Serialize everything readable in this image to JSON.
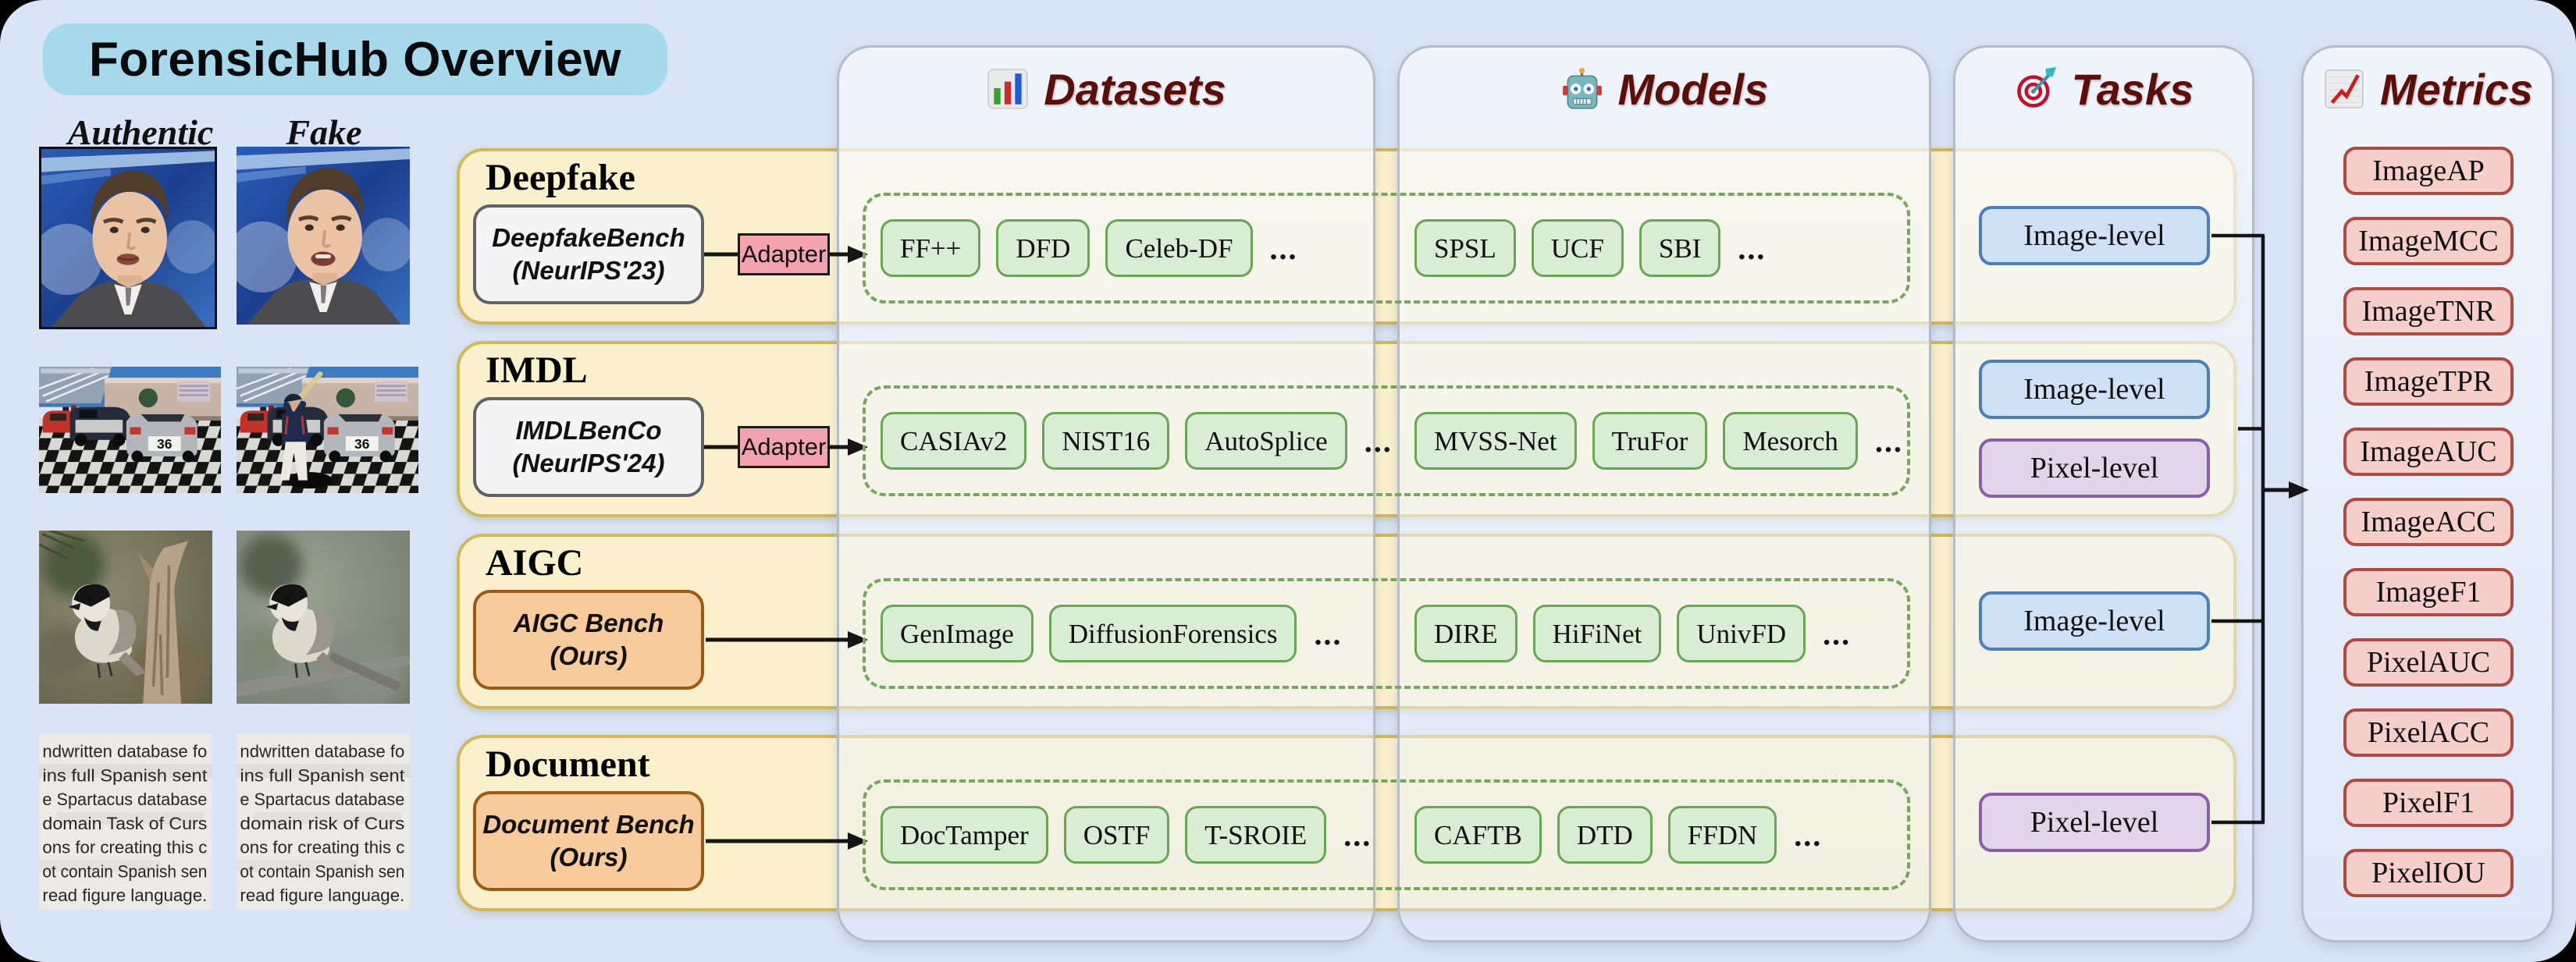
{
  "title": "ForensicHub Overview",
  "side": {
    "authentic": "Authentic",
    "fake": "Fake"
  },
  "headers": [
    {
      "label": "Datasets",
      "icon": "bar-chart-icon"
    },
    {
      "label": "Models",
      "icon": "robot-icon"
    },
    {
      "label": "Tasks",
      "icon": "target-icon"
    },
    {
      "label": "Metrics",
      "icon": "chart-up-icon"
    }
  ],
  "ellipsis": "...",
  "rows": [
    {
      "title": "Deepfake",
      "bench_line1": "DeepfakeBench",
      "bench_line2": "(NeurIPS'23)",
      "bench_style": "white",
      "adapter": "Adapter",
      "datasets": [
        "FF++",
        "DFD",
        "Celeb-DF"
      ],
      "models": [
        "SPSL",
        "UCF",
        "SBI"
      ],
      "tasks": [
        "Image-level"
      ]
    },
    {
      "title": "IMDL",
      "bench_line1": "IMDLBenCo",
      "bench_line2": "(NeurIPS'24)",
      "bench_style": "white",
      "adapter": "Adapter",
      "datasets": [
        "CASIAv2",
        "NIST16",
        "AutoSplice"
      ],
      "models": [
        "MVSS-Net",
        "TruFor",
        "Mesorch"
      ],
      "tasks": [
        "Image-level",
        "Pixel-level"
      ]
    },
    {
      "title": "AIGC",
      "bench_line1": "AIGC Bench",
      "bench_line2": "(Ours)",
      "bench_style": "orange",
      "adapter": null,
      "datasets": [
        "GenImage",
        "DiffusionForensics"
      ],
      "models": [
        "DIRE",
        "HiFiNet",
        "UnivFD"
      ],
      "tasks": [
        "Image-level"
      ]
    },
    {
      "title": "Document",
      "bench_line1": "Document Bench",
      "bench_line2": "(Ours)",
      "bench_style": "orange",
      "adapter": null,
      "datasets": [
        "DocTamper",
        "OSTF",
        "T-SROIE"
      ],
      "models": [
        "CAFTB",
        "DTD",
        "FFDN"
      ],
      "tasks": [
        "Pixel-level"
      ]
    }
  ],
  "metrics": [
    "ImageAP",
    "ImageMCC",
    "ImageTNR",
    "ImageTPR",
    "ImageAUC",
    "ImageACC",
    "ImageF1",
    "PixelAUC",
    "PixelACC",
    "PixelF1",
    "PixelIOU"
  ],
  "photos": {
    "cars_plate": "36",
    "document_authentic_lines": [
      "ndwritten database fo",
      "ins full Spanish sent",
      "e Spartacus database",
      "domain Task of Curs",
      "ons for creating this c",
      "ot contain Spanish sen",
      "read figure language."
    ],
    "document_fake_lines": [
      "ndwritten database fo",
      "ins full Spanish sent",
      "e Spartacus database",
      "domain risk of Curs",
      "ons for creating this c",
      "ot contain Spanish sen",
      "read figure language."
    ]
  },
  "colors": {
    "background": "#d9e4f6",
    "title_pill": "#a7d9ec",
    "row_fill": "#faf1cc",
    "row_border": "#d3b856",
    "header_text": "#5c0f08",
    "chip_fill": "#d9ecd4",
    "chip_border": "#67a653",
    "adapter_fill": "#f2a3ad",
    "bench_orange": "#f7cb9c",
    "task_image_fill": "#cfe2f5",
    "task_image_border": "#4a7ebc",
    "task_pixel_fill": "#e2d5ea",
    "task_pixel_border": "#8a5fa8",
    "metric_fill": "#f6cfca",
    "metric_border": "#ae4a3f",
    "dashed_border": "#76a75c"
  }
}
